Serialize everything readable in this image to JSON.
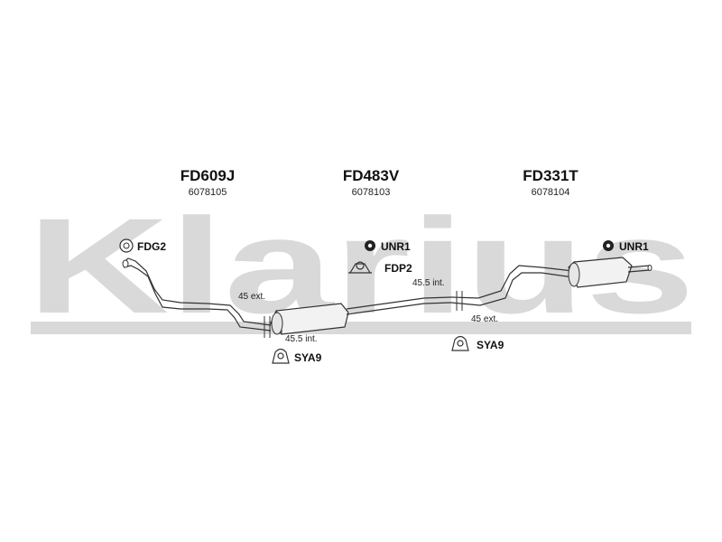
{
  "watermark": {
    "text": "Klarius",
    "color": "#d9d9d9"
  },
  "sections": [
    {
      "code": "FD609J",
      "number": "6078105"
    },
    {
      "code": "FD483V",
      "number": "6078103"
    },
    {
      "code": "FD331T",
      "number": "6078104"
    }
  ],
  "fittings": {
    "fdg2": "FDG2",
    "unr1_middle": "UNR1",
    "fdp2": "FDP2",
    "unr1_right": "UNR1",
    "sya9_left": "SYA9",
    "sya9_right": "SYA9"
  },
  "dimensions": {
    "left_ext": "45 ext.",
    "left_int": "45.5 int.",
    "right_int": "45.5 int.",
    "right_ext": "45 ext."
  }
}
